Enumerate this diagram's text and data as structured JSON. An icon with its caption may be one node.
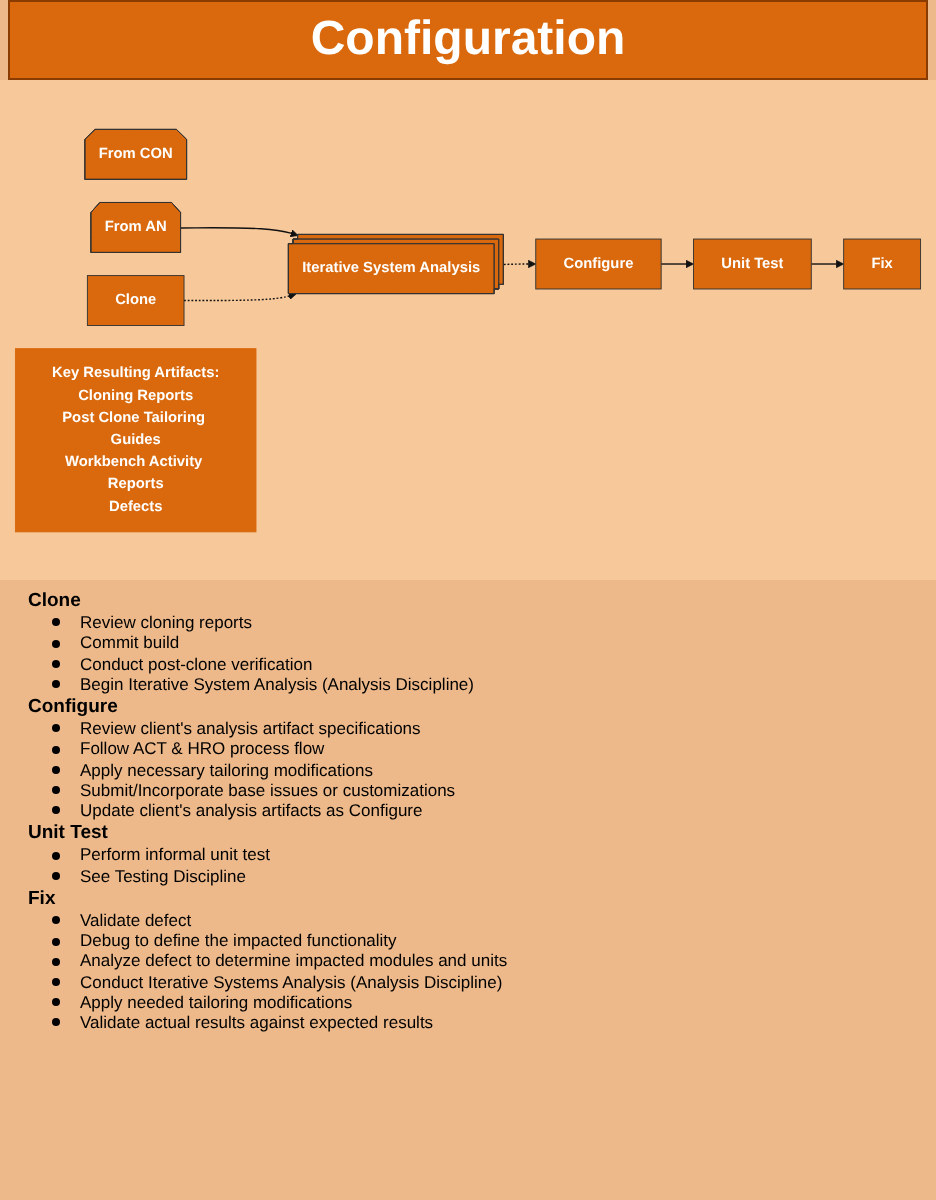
{
  "diagram": {
    "title": "Configuration",
    "nodes": [
      {
        "text": [
          "From CON"
        ]
      },
      {
        "text": [
          "From AN"
        ]
      },
      {
        "text": [
          "Iterative System Analysis"
        ]
      },
      {
        "text": [
          "Clone"
        ]
      },
      {
        "text": [
          "Configure"
        ]
      },
      {
        "text": [
          "Unit Test"
        ]
      },
      {
        "text": [
          "Fix"
        ]
      },
      {
        "text": [
          "Key Resulting Artifacts:",
          "Cloning Reports",
          "Post Clone Tailoring Guides",
          "Workbench Activity Reports",
          "Defects"
        ]
      }
    ],
    "edges": [
      {
        "from": 1,
        "to": 2,
        "arrow": "to"
      },
      {
        "from": 3,
        "to": 2,
        "arrow": "to",
        "style": "dashed"
      },
      {
        "from": 2,
        "to": 4,
        "arrow": "to",
        "style": "dashed"
      },
      {
        "from": 4,
        "to": 5,
        "arrow": "to"
      },
      {
        "from": 5,
        "to": 6,
        "arrow": "to"
      }
    ],
    "labels": [
      "Clone",
      "Review cloning reports",
      "Commit build",
      "Conduct post-clone verification",
      "Begin Iterative System Analysis (Analysis Discipline)",
      "Configure",
      "Review client's analysis artifact specifications",
      "Follow ACT & HRO process flow",
      "Apply necessary tailoring modifications",
      "Submit/Incorporate base issues or customizations",
      "Update client's analysis artifacts as Configure",
      "Unit Test",
      "Perform informal unit test",
      "See Testing Discipline",
      "Fix",
      "Validate defect",
      "Debug to define the impacted functionality",
      "Analyze defect to determine impacted modules and units",
      "Conduct Iterative Systems Analysis (Analysis Discipline)",
      "Apply needed tailoring modifications",
      "Validate actual results against expected results"
    ]
  }
}
